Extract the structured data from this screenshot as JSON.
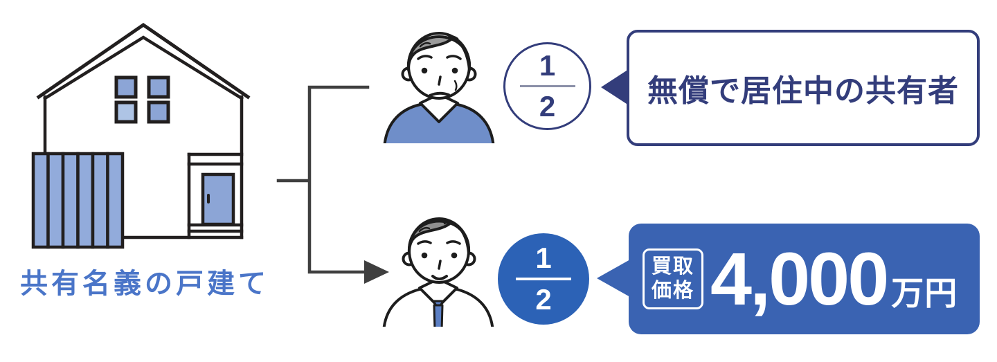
{
  "diagram": {
    "property": {
      "label": "共有名義の戸建て",
      "icon": "house-icon"
    },
    "co_owners": [
      {
        "name": "resident-co-owner",
        "icon": "elderly-man-worried-icon",
        "share": {
          "numerator": "1",
          "denominator": "2"
        },
        "callout": {
          "text": "無償で居住中の共有者"
        }
      },
      {
        "name": "selling-co-owner",
        "icon": "young-man-smiling-icon",
        "share": {
          "numerator": "1",
          "denominator": "2"
        },
        "price": {
          "badge_line1": "買取",
          "badge_line2": "価格",
          "amount": "4,000",
          "unit": "万円"
        }
      }
    ],
    "palette": {
      "navy": "#333d7b",
      "price_box_blue": "#3a63b2",
      "share_circle_blue": "#2c62b6",
      "label_blue": "#4a75c8",
      "window_blue": "#8ca5d6",
      "window_blue_light": "#aec4e5",
      "fence_blue": "#92abdb",
      "sweater_blue": "#6f8ec9",
      "tie_blue": "#5b7fc4",
      "hair_gray": "#9b9b9b",
      "outline_dark": "#221f1f",
      "connector_gray": "#3f3f3f",
      "fraction_bar_gray": "#8b90a8",
      "background": "#ffffff"
    }
  }
}
